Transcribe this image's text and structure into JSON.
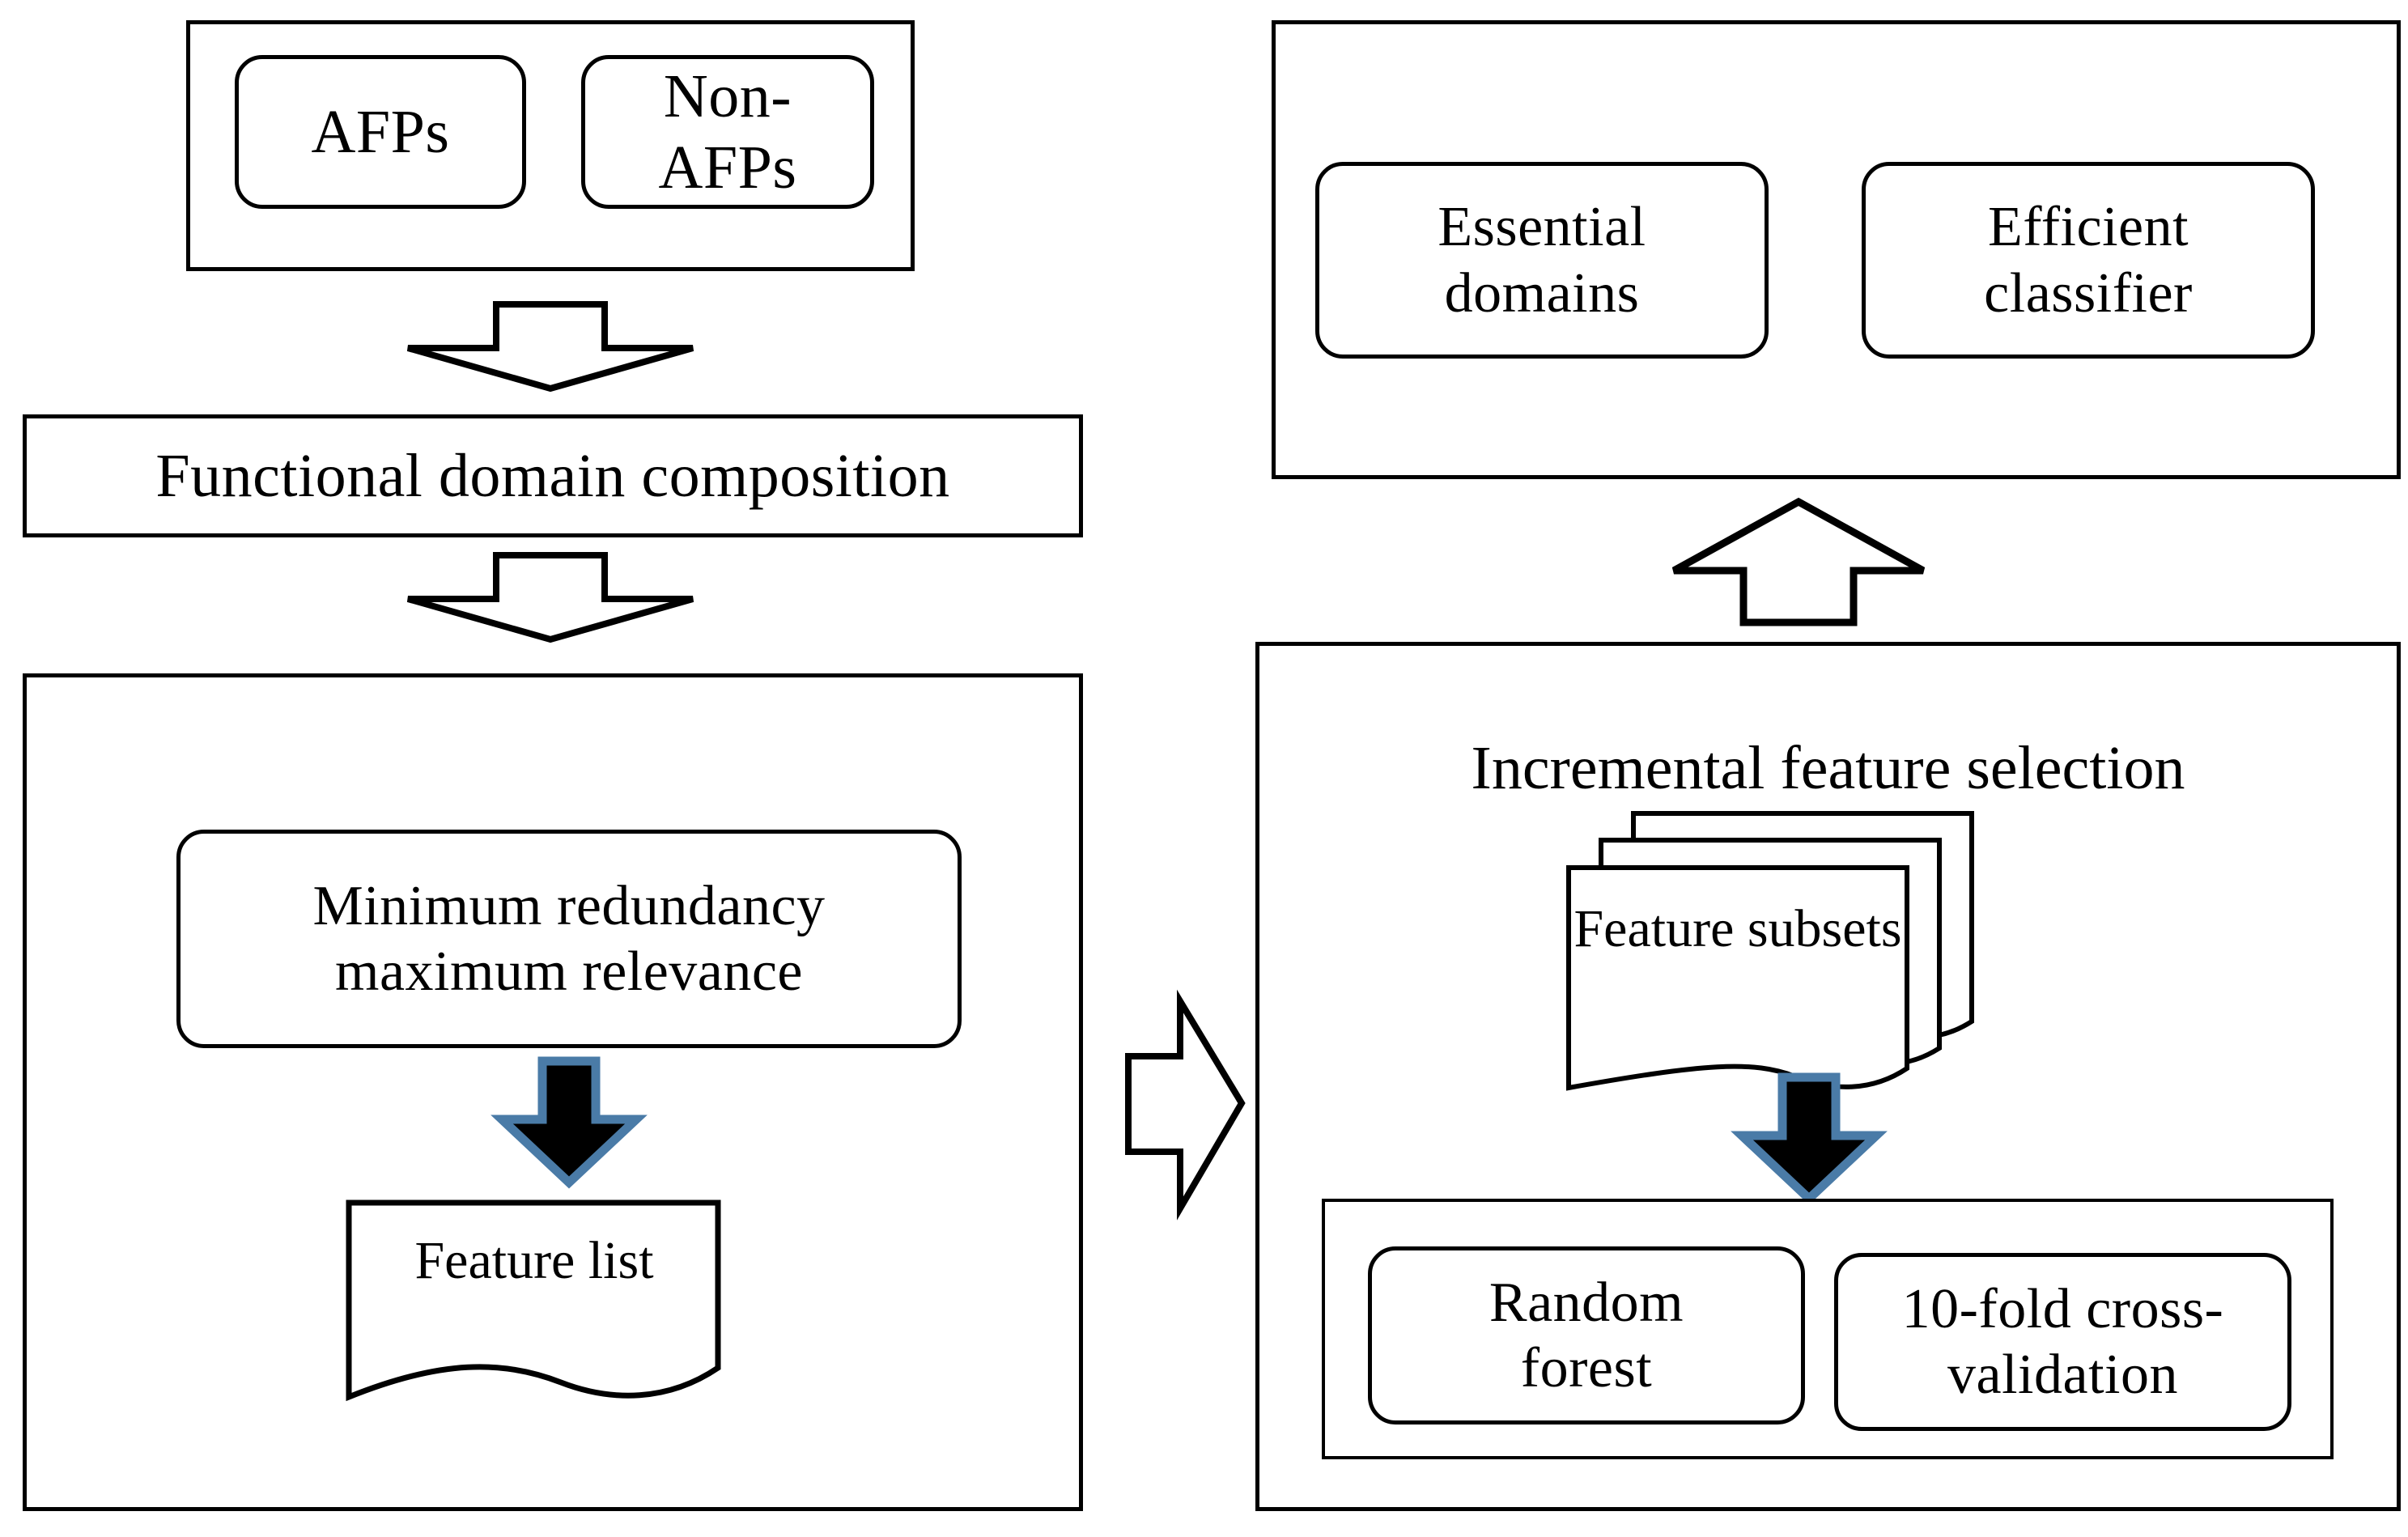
{
  "diagram": {
    "title": "AFP prediction workflow",
    "colors": {
      "stroke": "#000000",
      "fill": "#ffffff",
      "arrow_fill": "#000000",
      "arrow_shadow": "#4a7ba7"
    },
    "left_column": {
      "dataset_group": {
        "name": "dataset-group",
        "items": [
          {
            "label": "AFPs"
          },
          {
            "label": "Non-\nAFPs"
          }
        ]
      },
      "arrow_1": {
        "direction": "down",
        "style": "outline"
      },
      "functional_domain_box": {
        "label": "Functional domain composition"
      },
      "arrow_2": {
        "direction": "down",
        "style": "outline"
      },
      "feature_selection_group": {
        "name": "feature-ranking-group",
        "mrmr_box": {
          "label": "Minimum redundancy\nmaximum relevance"
        },
        "arrow_3": {
          "direction": "down",
          "style": "filled"
        },
        "feature_list_doc": {
          "label": "Feature\nlist"
        }
      }
    },
    "bridge_arrow": {
      "direction": "right",
      "style": "outline"
    },
    "right_column": {
      "results_group": {
        "name": "results-group",
        "items": [
          {
            "label": "Essential\ndomains"
          },
          {
            "label": "Efficient\nclassifier"
          }
        ]
      },
      "arrow_up": {
        "direction": "up",
        "style": "outline"
      },
      "ifs_group": {
        "name": "incremental-feature-selection-group",
        "heading": "Incremental feature selection",
        "feature_subsets_doc": {
          "label": "Feature\nsubsets",
          "stack_count": 3
        },
        "arrow_down": {
          "direction": "down",
          "style": "filled"
        },
        "validation_subgroup": {
          "items": [
            {
              "label": "Random\nforest"
            },
            {
              "label": "10-fold cross-\nvalidation"
            }
          ]
        }
      }
    }
  }
}
